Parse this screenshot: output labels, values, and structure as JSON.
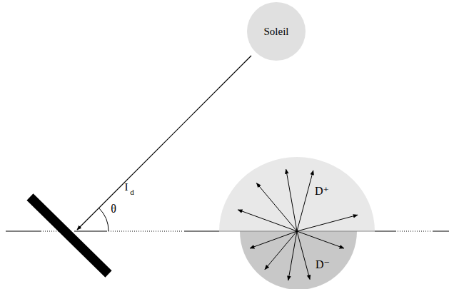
{
  "diagram": {
    "nodes": [
      {
        "text": [
          "Soleil"
        ]
      }
    ],
    "labels": [
      "I",
      "d",
      "θ",
      "D⁺",
      "D⁻"
    ]
  }
}
